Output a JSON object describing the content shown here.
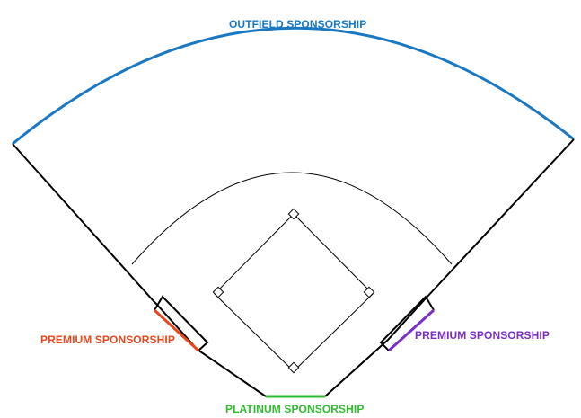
{
  "labels": {
    "outfield": "OUTFIELD SPONSORSHIP",
    "premium_left": "PREMIUM SPONSORSHIP",
    "premium_right": "PREMIUM SPONSORSHIP",
    "platinum": "PLATINUM SPONSORSHIP"
  },
  "colors": {
    "outfield": "#1a78c2",
    "premium_left": "#e8471c",
    "premium_right": "#7a2fc4",
    "platinum": "#2ebd2e",
    "field_lines": "#000000"
  }
}
